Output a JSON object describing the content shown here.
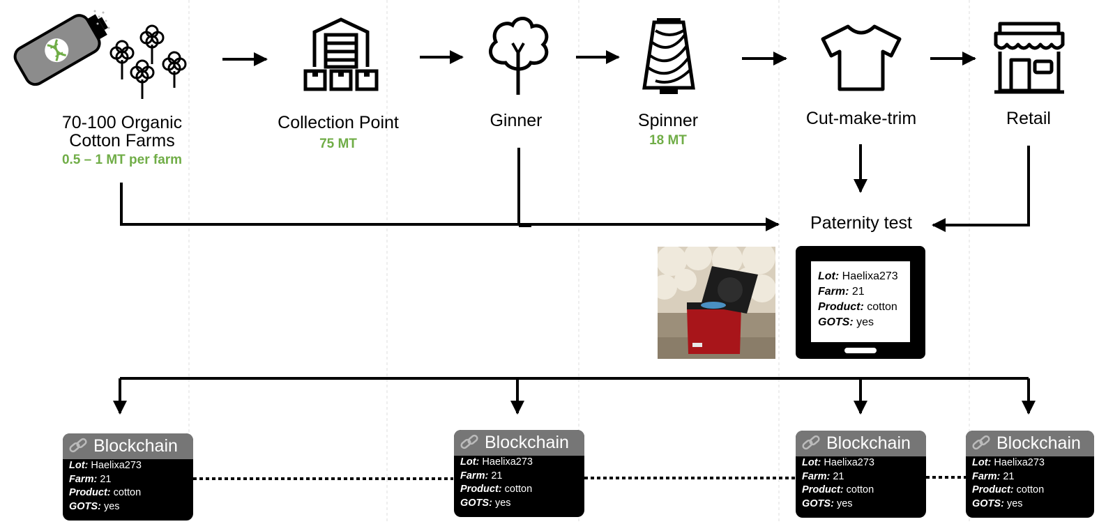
{
  "stages": [
    {
      "id": "farms",
      "label_lines": [
        "70-100   Organic",
        "Cotton Farms"
      ],
      "volume": "0.5 – 1 MT per farm"
    },
    {
      "id": "collection",
      "label_lines": [
        "Collection Point"
      ],
      "volume": "75 MT"
    },
    {
      "id": "ginner",
      "label_lines": [
        "Ginner"
      ],
      "volume": ""
    },
    {
      "id": "spinner",
      "label_lines": [
        "Spinner"
      ],
      "volume": "18 MT"
    },
    {
      "id": "cmt",
      "label_lines": [
        "Cut-make-trim"
      ],
      "volume": ""
    },
    {
      "id": "retail",
      "label_lines": [
        "Retail"
      ],
      "volume": ""
    }
  ],
  "paternity": {
    "title": "Paternity test",
    "record": [
      {
        "key": "Lot:",
        "value": " Haelixa273"
      },
      {
        "key": "Farm:",
        "value": " 21"
      },
      {
        "key": "Product:",
        "value": " cotton"
      },
      {
        "key": "GOTS:",
        "value": " yes"
      }
    ]
  },
  "blockchain": {
    "title": "Blockchain",
    "record": [
      {
        "key": "Lot:",
        "value": " Haelixa273"
      },
      {
        "key": "Farm:",
        "value": " 21"
      },
      {
        "key": "Product:",
        "value": " cotton"
      },
      {
        "key": "GOTS:",
        "value": " yes"
      }
    ]
  },
  "icons": {
    "spray": "dna-spray-can-icon",
    "farms": "cotton-plants-icon",
    "collection": "warehouse-icon",
    "ginner": "cotton-boll-icon",
    "spinner": "yarn-spool-icon",
    "cmt": "t-shirt-icon",
    "retail": "storefront-icon",
    "blockchain": "chain-link-icon",
    "device": "analyzer-device-photo"
  },
  "colors": {
    "volume": "#70ad47",
    "blockchain_header": "#767676",
    "panel": "#000000"
  }
}
